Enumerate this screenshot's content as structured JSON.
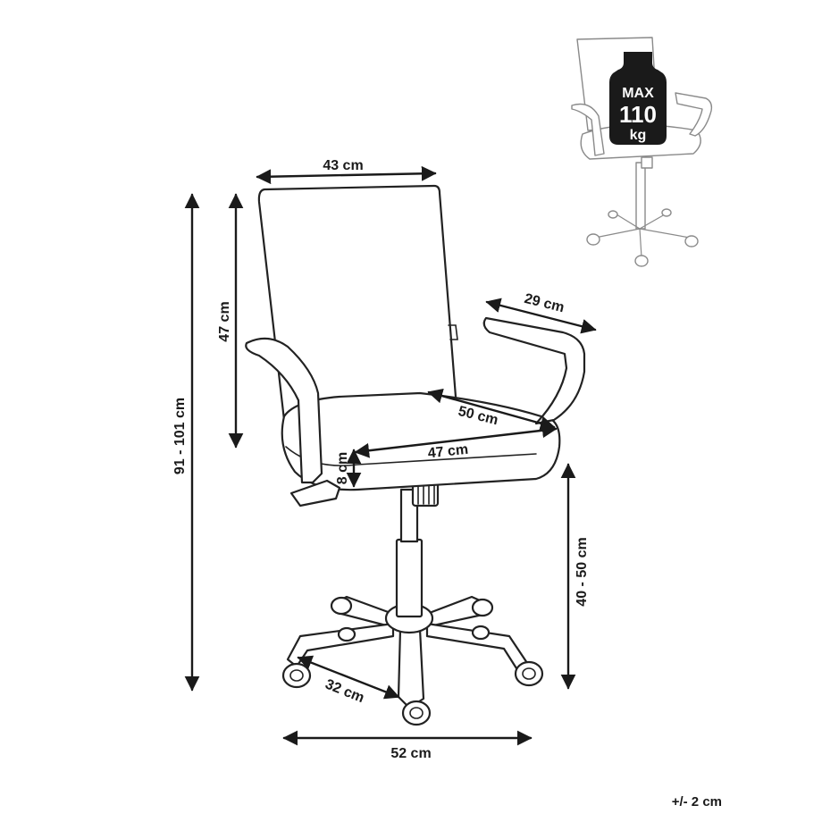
{
  "dimensions": {
    "backrest_width": "43 cm",
    "backrest_height": "47 cm",
    "total_height": "91 - 101 cm",
    "armrest_depth": "29 cm",
    "seat_depth": "50 cm",
    "seat_width": "47 cm",
    "seat_thickness": "8 cm",
    "seat_height": "40 - 50 cm",
    "base_radius": "32 cm",
    "base_width": "52 cm"
  },
  "badge": {
    "line1": "MAX",
    "line2": "110",
    "line3": "kg",
    "color": "#1a1a1a"
  },
  "tolerance": "+/- 2 cm"
}
